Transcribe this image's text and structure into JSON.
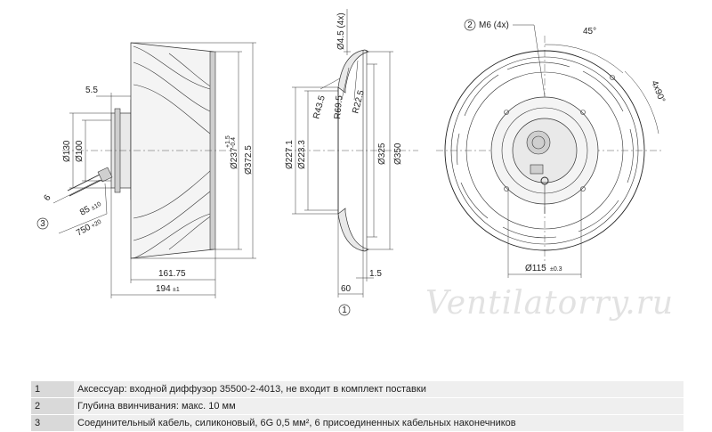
{
  "side_view": {
    "dims": {
      "d130": "Ø130",
      "d100": "Ø100",
      "d237": "Ø237",
      "d237_tol_upper": "+1.5",
      "d237_tol_lower": "-0.4",
      "d372": "Ø372.5",
      "gap_top": "5.5",
      "len_161": "161.75",
      "len_194": "194",
      "len_194_tol": "±1",
      "cable_6": "6",
      "cable_85": "85",
      "cable_85_tol": "±10",
      "cable_750": "750",
      "cable_750_tol": "+20"
    },
    "callout_cable": "3"
  },
  "section_view": {
    "dims": {
      "d227": "Ø227.1",
      "d223": "Ø223.3",
      "d325": "Ø325",
      "d350": "Ø350",
      "r43": "R43.5",
      "r69": "R69.5",
      "r22": "R22.5",
      "hole": "Ø4.5 (4x)",
      "depth_60": "60",
      "lip_15": "1.5"
    },
    "callout_accessory": "1"
  },
  "front_view": {
    "thread_callout": "2",
    "thread_label": "M6 (4x)",
    "angle_45": "45°",
    "angle_4x90": "4x90°",
    "hub_dia": "Ø115",
    "hub_tol": "±0.3"
  },
  "watermark": "Ventilatorry.ru",
  "notes": [
    {
      "num": "1",
      "text": "Аксессуар: входной диффузор 35500-2-4013, не входит в комплект поставки"
    },
    {
      "num": "2",
      "text": "Глубина ввинчивания: макс. 10 мм"
    },
    {
      "num": "3",
      "text": "Соединительный кабель, силиконовый, 6G 0,5 мм², 6 присоединенных кабельных наконечников"
    }
  ]
}
